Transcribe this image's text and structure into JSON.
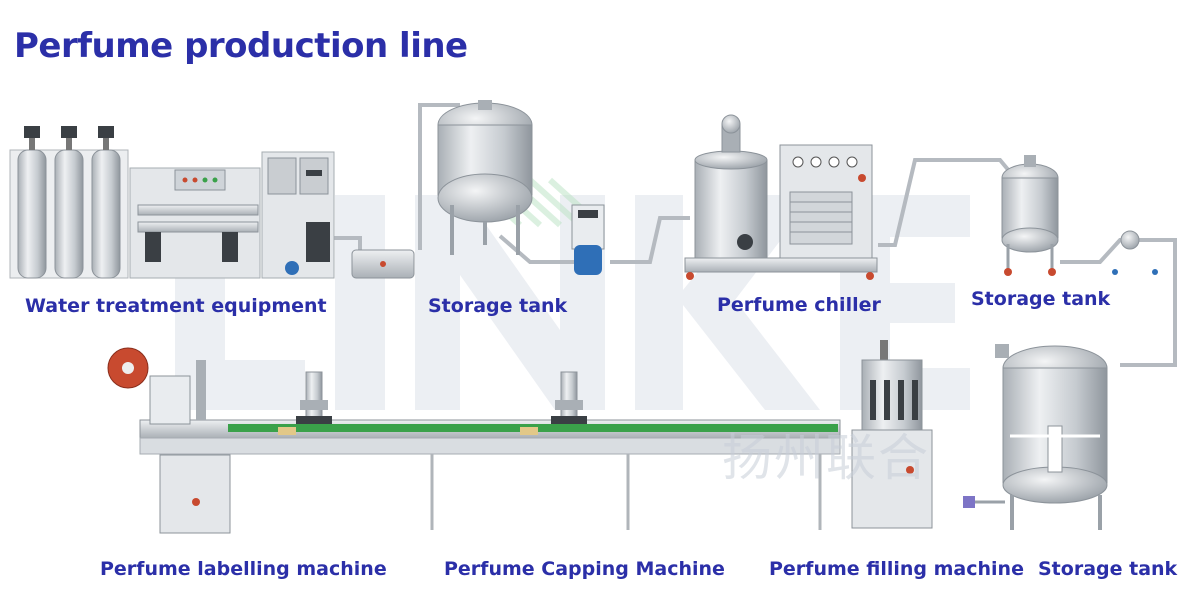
{
  "title": "Perfume production line",
  "colors": {
    "title": "#2b2fa8",
    "label": "#2b2fa8",
    "steel": "#c9cdd1",
    "steel_dark": "#8c939a",
    "conveyor": "#3aa14a",
    "pipe": "#b5bac0",
    "blue_part": "#2f6fb7",
    "red_part": "#c84a2f",
    "watermark": "#dde2ea"
  },
  "watermark": {
    "letters": "LINKE",
    "chinese": "扬州联合"
  },
  "equipment": [
    {
      "id": "water",
      "label": "Water treatment equipment",
      "icon": "water-treatment-icon"
    },
    {
      "id": "tank1",
      "label": "Storage tank",
      "icon": "storage-tank-icon"
    },
    {
      "id": "chiller",
      "label": "Perfume chiller",
      "icon": "chiller-icon"
    },
    {
      "id": "tank2",
      "label": "Storage tank",
      "icon": "storage-tank-icon"
    },
    {
      "id": "labelling",
      "label": "Perfume labelling machine",
      "icon": "labelling-machine-icon"
    },
    {
      "id": "capping",
      "label": "Perfume Capping Machine",
      "icon": "capping-machine-icon"
    },
    {
      "id": "filling",
      "label": "Perfume filling machine",
      "icon": "filling-machine-icon"
    },
    {
      "id": "tank3",
      "label": "Storage tank",
      "icon": "storage-tank-icon"
    }
  ]
}
